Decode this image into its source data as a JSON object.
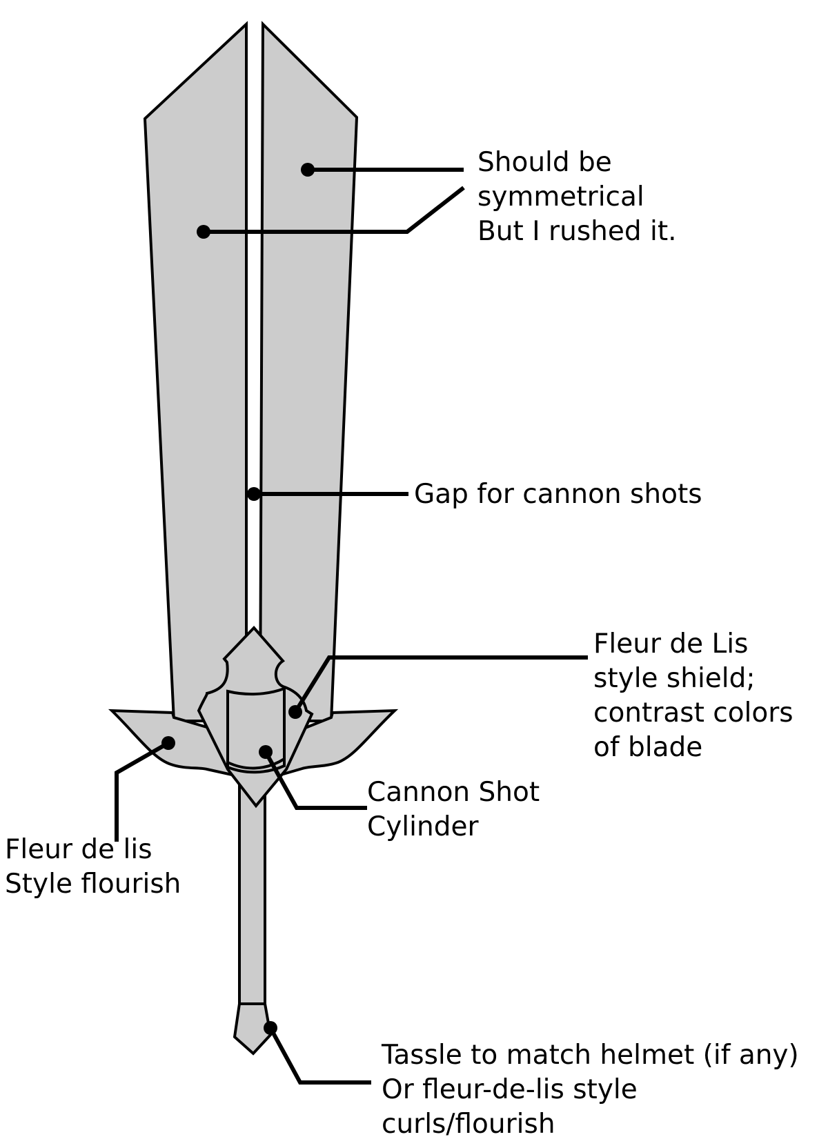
{
  "colors": {
    "fill": "#cccccc",
    "stroke": "#000000",
    "background": "#ffffff"
  },
  "labels": {
    "symmetry": [
      "Should be",
      "symmetrical",
      "But I rushed it."
    ],
    "gap": [
      "Gap for cannon shots"
    ],
    "shield": [
      "Fleur de Lis",
      "style shield;",
      "contrast colors",
      "of blade"
    ],
    "cylinder": [
      "Cannon Shot",
      "Cylinder"
    ],
    "flourish": [
      "Fleur de lis",
      "Style flourish"
    ],
    "tassle": [
      "Tassle to match helmet (if any)",
      "Or fleur-de-lis style",
      "curls/flourish"
    ]
  }
}
